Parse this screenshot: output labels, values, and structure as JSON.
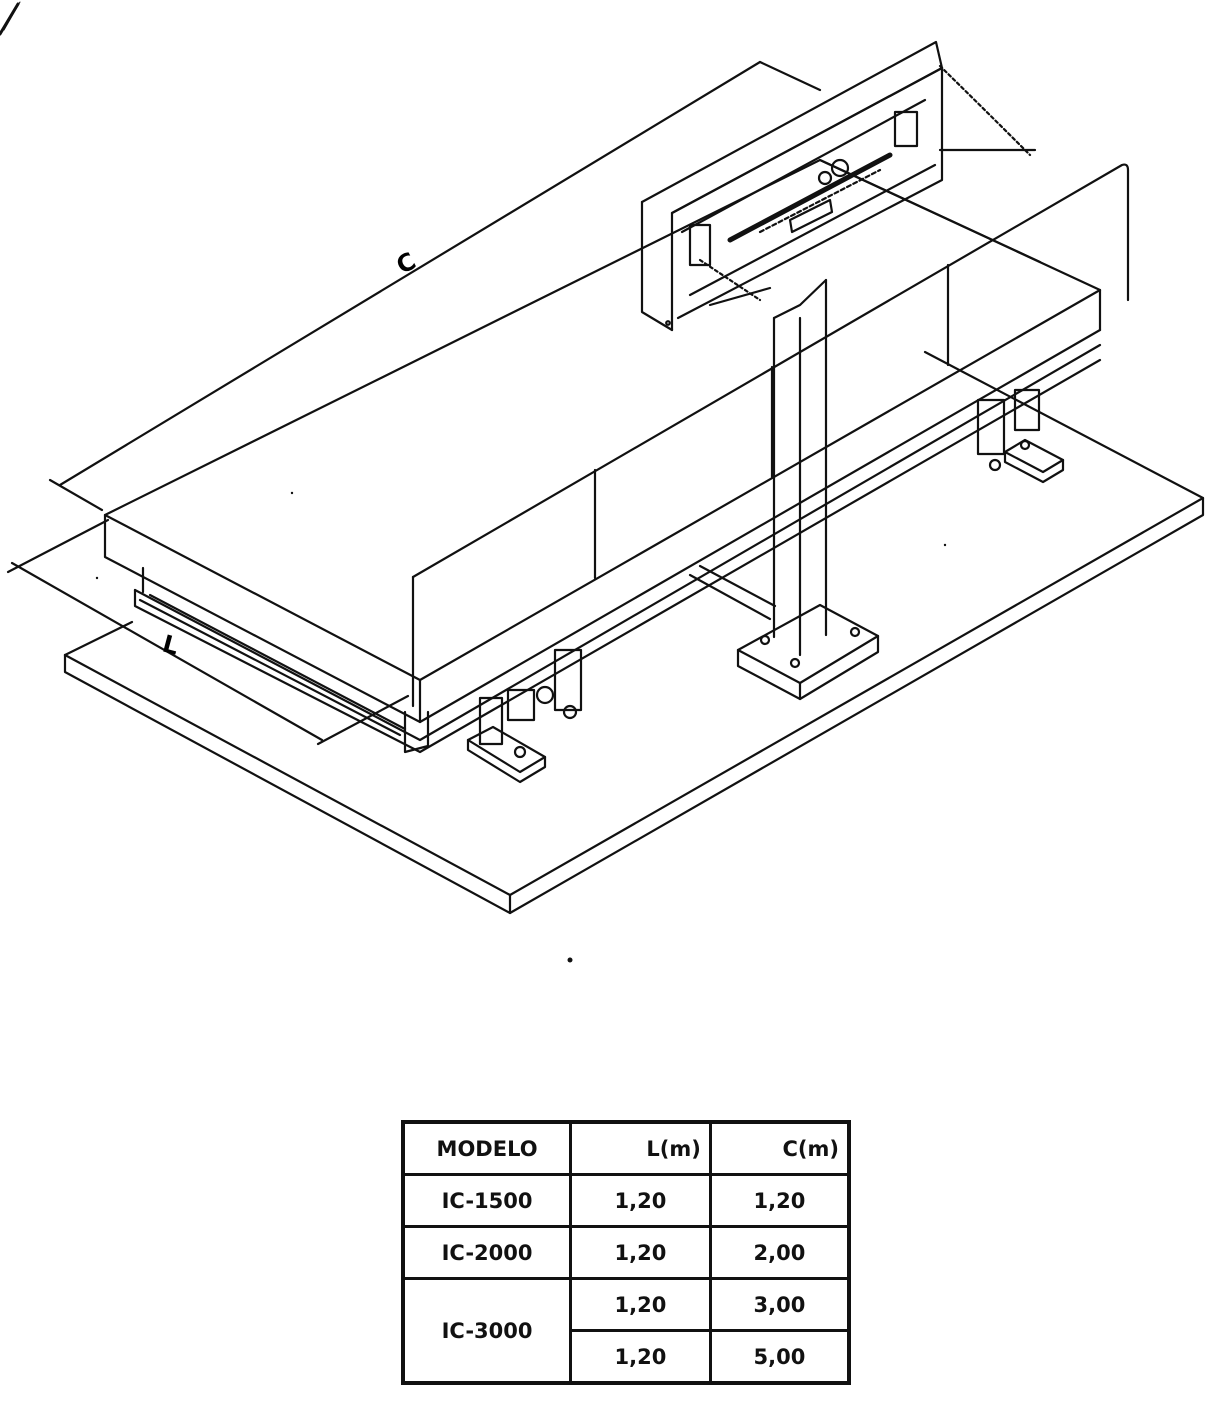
{
  "diagram": {
    "dimension_labels": {
      "length": "C",
      "width": "L"
    }
  },
  "table": {
    "headers": [
      "MODELO",
      "L(m)",
      "C(m)"
    ],
    "rows": [
      {
        "model": "IC-1500",
        "l": "1,20",
        "c": "1,20"
      },
      {
        "model": "IC-2000",
        "l": "1,20",
        "c": "2,00"
      },
      {
        "model": "IC-3000",
        "l": "1,20",
        "c": "3,00"
      },
      {
        "model": "",
        "l": "1,20",
        "c": "5,00"
      }
    ]
  }
}
